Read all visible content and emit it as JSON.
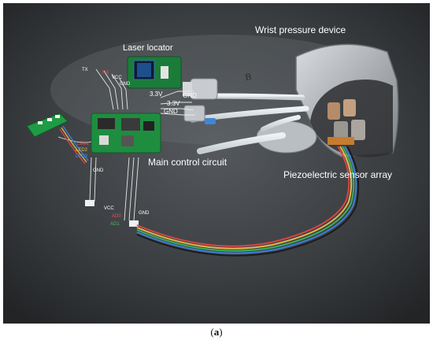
{
  "photo": {
    "labels": {
      "wrist_pressure_device": "Wrist pressure device",
      "laser_locator": "Laser locator",
      "main_control_circuit": "Main control circuit",
      "piezoelectric_sensor_array": "Piezoelectric sensor array"
    },
    "wire_labels": {
      "tx": "TX",
      "rx": "RX",
      "vcc_top": "VCC",
      "gnd_top": "GND",
      "v33_a": "3.3V",
      "gnd_a": "GND",
      "v33_b": "3.3V",
      "gnd_b": "GND",
      "led1": "LED1",
      "led2": "LED2",
      "led3": "LED3",
      "gnd_left": "GND",
      "vcc_bottom": "VCC",
      "ad0": "AD0",
      "ad1": "AD1",
      "gnd_bottom": "GND"
    },
    "annotation_letter": "B"
  },
  "caption": {
    "open": "(",
    "letter": "a",
    "close": ")"
  }
}
